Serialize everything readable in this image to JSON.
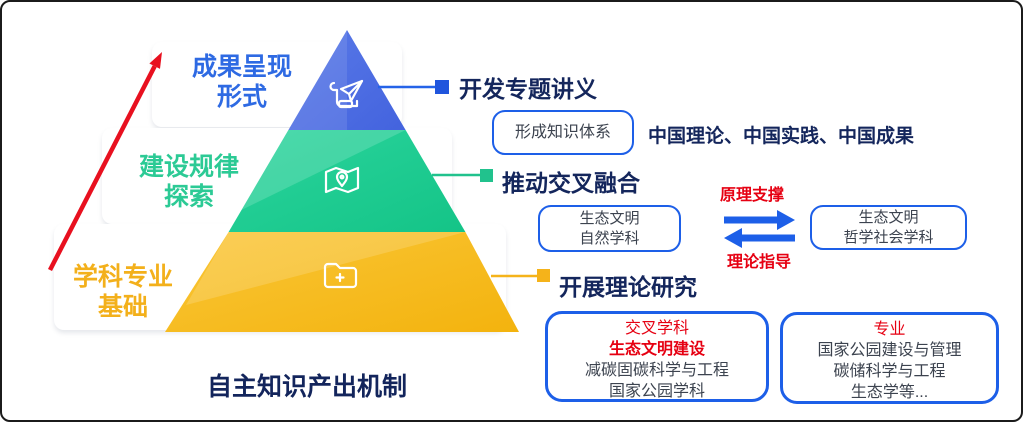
{
  "pyramid": {
    "caption": "自主知识产出机制",
    "tiers": [
      {
        "label_line1": "成果呈现",
        "label_line2": "形式",
        "color": "#4a6ce1",
        "label_color": "#2e6ae3",
        "icon": "scroll-paper-plane-icon"
      },
      {
        "label_line1": "建设规律",
        "label_line2": "探索",
        "color": "#1ecb90",
        "label_color": "#2cca95",
        "icon": "map-location-pin-icon"
      },
      {
        "label_line1": "学科专业",
        "label_line2": "基础",
        "color": "#f7ba11",
        "label_color": "#f3b01b",
        "icon": "folder-plus-icon"
      }
    ]
  },
  "sections": {
    "develop": {
      "heading": "开发专题讲义",
      "box_label": "形成知识体系",
      "highlight_text": "中国理论、中国实践、中国成果"
    },
    "integrate": {
      "heading": "推动交叉融合",
      "arrow_top_label": "原理支撑",
      "arrow_bottom_label": "理论指导",
      "left_box": {
        "line1": "生态文明",
        "line2": "自然学科"
      },
      "right_box": {
        "line1": "生态文明",
        "line2": "哲学社会学科"
      }
    },
    "research": {
      "heading": "开展理论研究",
      "left_box": {
        "line1": "交叉学科",
        "line2": "生态文明建设",
        "line3": "减碳固碳科学与工程",
        "line4": "国家公园学科"
      },
      "right_box": {
        "line1": "专业",
        "line2": "国家公园建设与管理",
        "line3": "碳储科学与工程",
        "line4": "生态学等..."
      }
    }
  },
  "colors": {
    "tier_blue": "#4a6ce1",
    "tier_green": "#1ecb90",
    "tier_yellow": "#f7ba11",
    "heading_navy": "#14265c",
    "accent_red": "#e60012",
    "box_border_blue": "#1d5fe8",
    "body_text": "#3c434f"
  }
}
